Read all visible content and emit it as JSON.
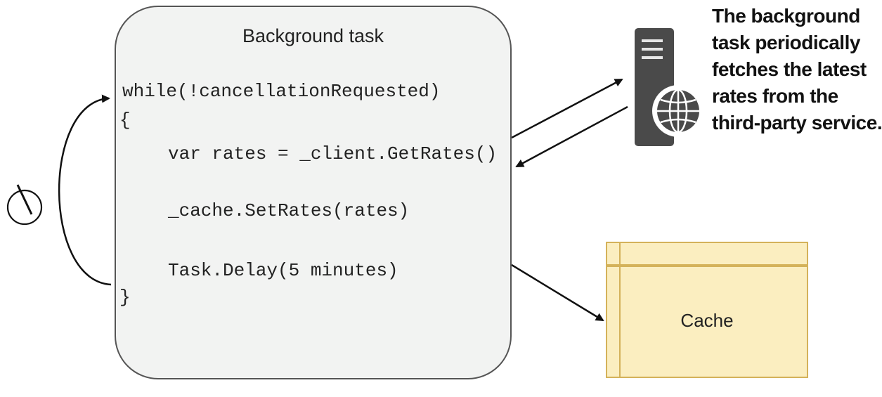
{
  "task": {
    "title": "Background task",
    "code": [
      "while(!cancellationRequested)",
      "{",
      "var rates = _client.GetRates()",
      "_cache.SetRates(rates)",
      "Task.Delay(5 minutes)",
      "}"
    ]
  },
  "cache": {
    "label": "Cache"
  },
  "annotation": {
    "lines": [
      "The background",
      "task periodically",
      "fetches the latest",
      "rates from the",
      "third-party service."
    ]
  },
  "icons": {
    "server": "server-globe-icon",
    "timer": "timer-icon"
  },
  "colors": {
    "task_fill": "#f2f3f2",
    "task_border": "#555555",
    "cache_fill": "#fbeec0",
    "cache_border": "#d4b25a",
    "server": "#4a4a4a"
  }
}
